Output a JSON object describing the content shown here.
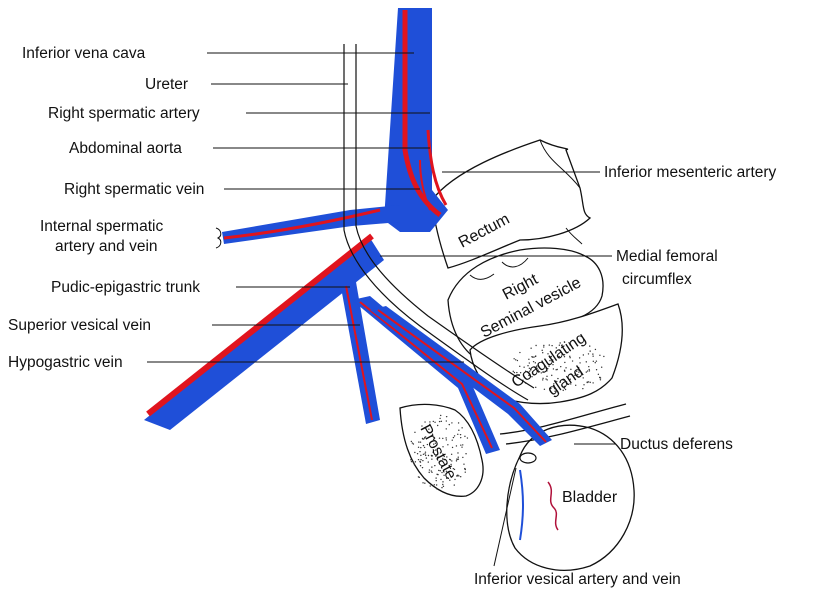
{
  "labels": {
    "ivc": "Inferior vena cava",
    "ureter": "Ureter",
    "right_spermatic_artery": "Right spermatic artery",
    "abdominal_aorta": "Abdominal aorta",
    "right_spermatic_vein": "Right spermatic vein",
    "internal_spermatic_line1": "Internal spermatic",
    "internal_spermatic_line2": "artery and vein",
    "pudic_epigastric": "Pudic-epigastric trunk",
    "superior_vesical_vein": "Superior vesical vein",
    "hypogastric_vein": "Hypogastric vein",
    "inferior_mesenteric": "Inferior mesenteric artery",
    "medial_femoral_line1": "Medial femoral",
    "medial_femoral_line2": "circumflex",
    "ductus_deferens": "Ductus deferens",
    "inferior_vesical": "Inferior vesical artery and vein"
  },
  "organs": {
    "rectum": "Rectum",
    "seminal_line1": "Right",
    "seminal_line2": "Seminal vesicle",
    "coag_line1": "Coagulating",
    "coag_line2": "gland",
    "prostate": "Prostate",
    "bladder": "Bladder"
  },
  "colors": {
    "vein": "#1f4fd8",
    "artery": "#e0141e",
    "ink": "#111111"
  }
}
